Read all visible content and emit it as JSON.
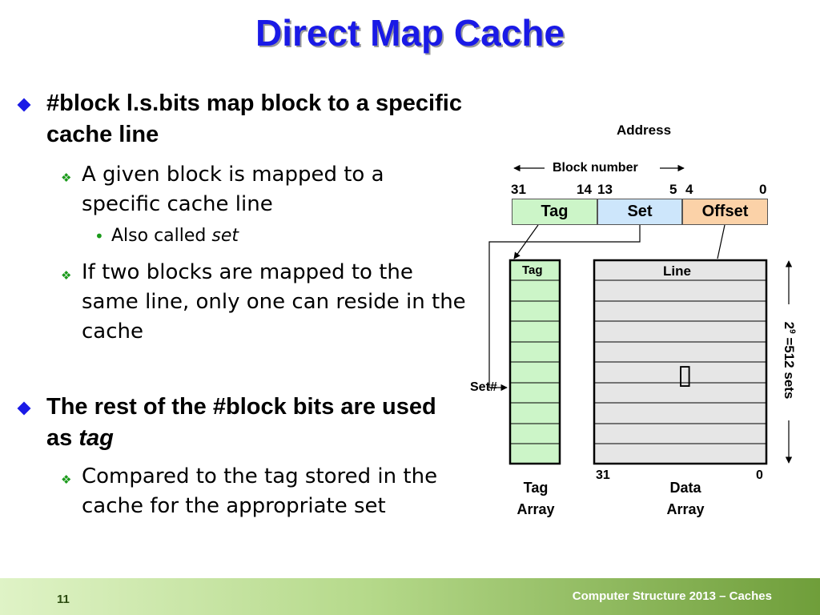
{
  "title": "Direct Map Cache",
  "bullets": {
    "b1": {
      "text": "#block l.s.bits map block to a specific cache line"
    },
    "b1_1": {
      "text": "A given block is mapped to a specific cache line"
    },
    "b1_1_1": {
      "prefix": "Also called ",
      "emph": "set"
    },
    "b1_2": {
      "text": "If two blocks are mapped to the same line, only one can reside in the cache"
    },
    "b2": {
      "prefix": "The rest of the #block bits are used as ",
      "emph": "tag"
    },
    "b2_1": {
      "text": "Compared to the tag stored in the cache for the appropriate set"
    }
  },
  "diagram": {
    "address_label": "Address",
    "block_number_label": "Block number",
    "bit_labels": {
      "b31": "31",
      "b14": "14",
      "b13": "13",
      "b5": "5",
      "b4": "4",
      "b0": "0"
    },
    "fields": {
      "tag": "Tag",
      "set": "Set",
      "offset": "Offset"
    },
    "tag_array_header": "Tag",
    "data_array_header": "Line",
    "set_label": "Set#",
    "data_bits": {
      "left": "31",
      "right": "0"
    },
    "tag_array_label": {
      "line1": "Tag",
      "line2": "Array"
    },
    "data_array_label": {
      "line1": "Data",
      "line2": "Array"
    },
    "sets_label": {
      "base": "2",
      "exp": "9",
      "rest": " =512 sets"
    },
    "data_array_glyph": "▯",
    "colors": {
      "tag": "#ccf5c8",
      "set": "#cde6fb",
      "offset": "#fbd2a8",
      "row": "#e6e6e6"
    }
  },
  "footer": {
    "page_number": "11",
    "course_text": "Computer Structure 2013 – Caches"
  }
}
